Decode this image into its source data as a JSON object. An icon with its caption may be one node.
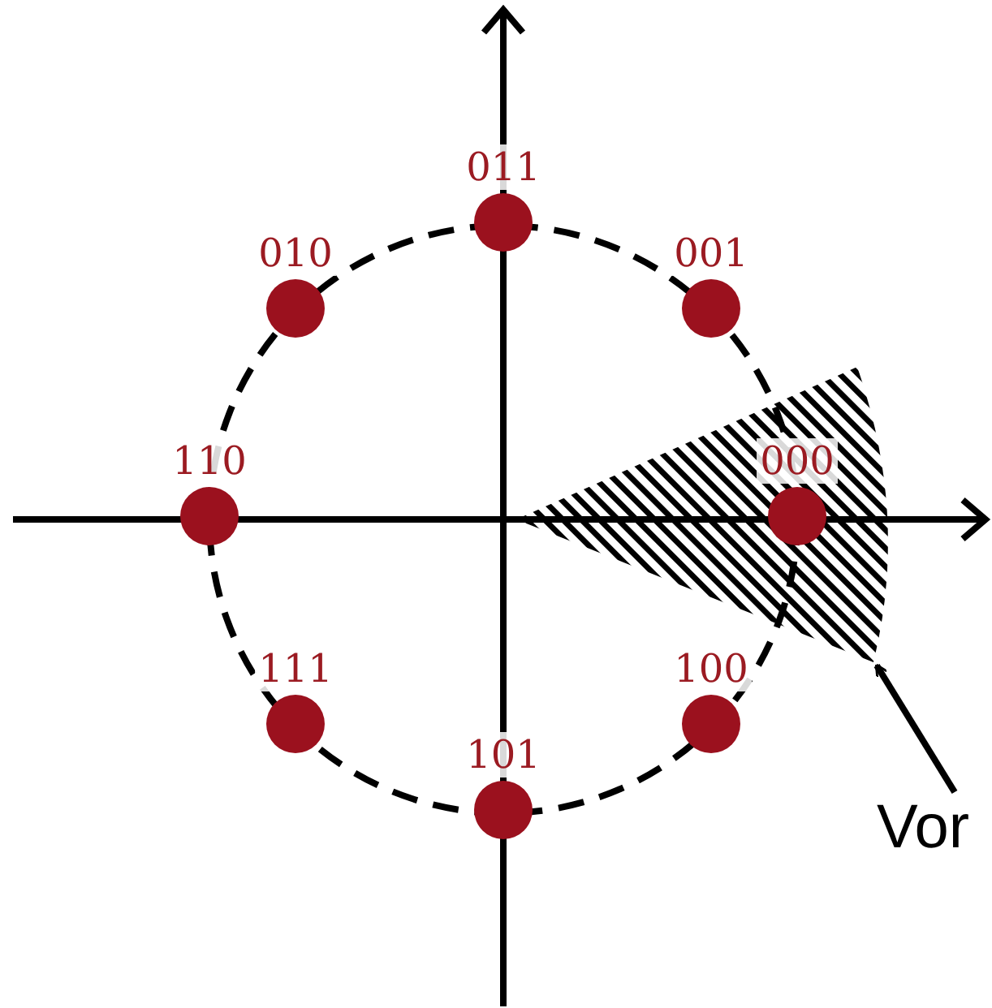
{
  "diagram": {
    "nodes": [
      {
        "text": [
          "000"
        ],
        "in": 8
      },
      {
        "text": [
          "001"
        ]
      },
      {
        "text": [
          "011"
        ]
      },
      {
        "text": [
          "010"
        ]
      },
      {
        "text": [
          "110"
        ]
      },
      {
        "text": [
          "111"
        ]
      },
      {
        "text": [
          "101"
        ]
      },
      {
        "text": [
          "100"
        ]
      },
      {
        "text": [],
        "shape": "wedge"
      },
      {
        "text": [
          "Vor"
        ]
      }
    ],
    "edges": [
      {
        "from": 9,
        "to": 8,
        "arrow": "to"
      }
    ]
  }
}
